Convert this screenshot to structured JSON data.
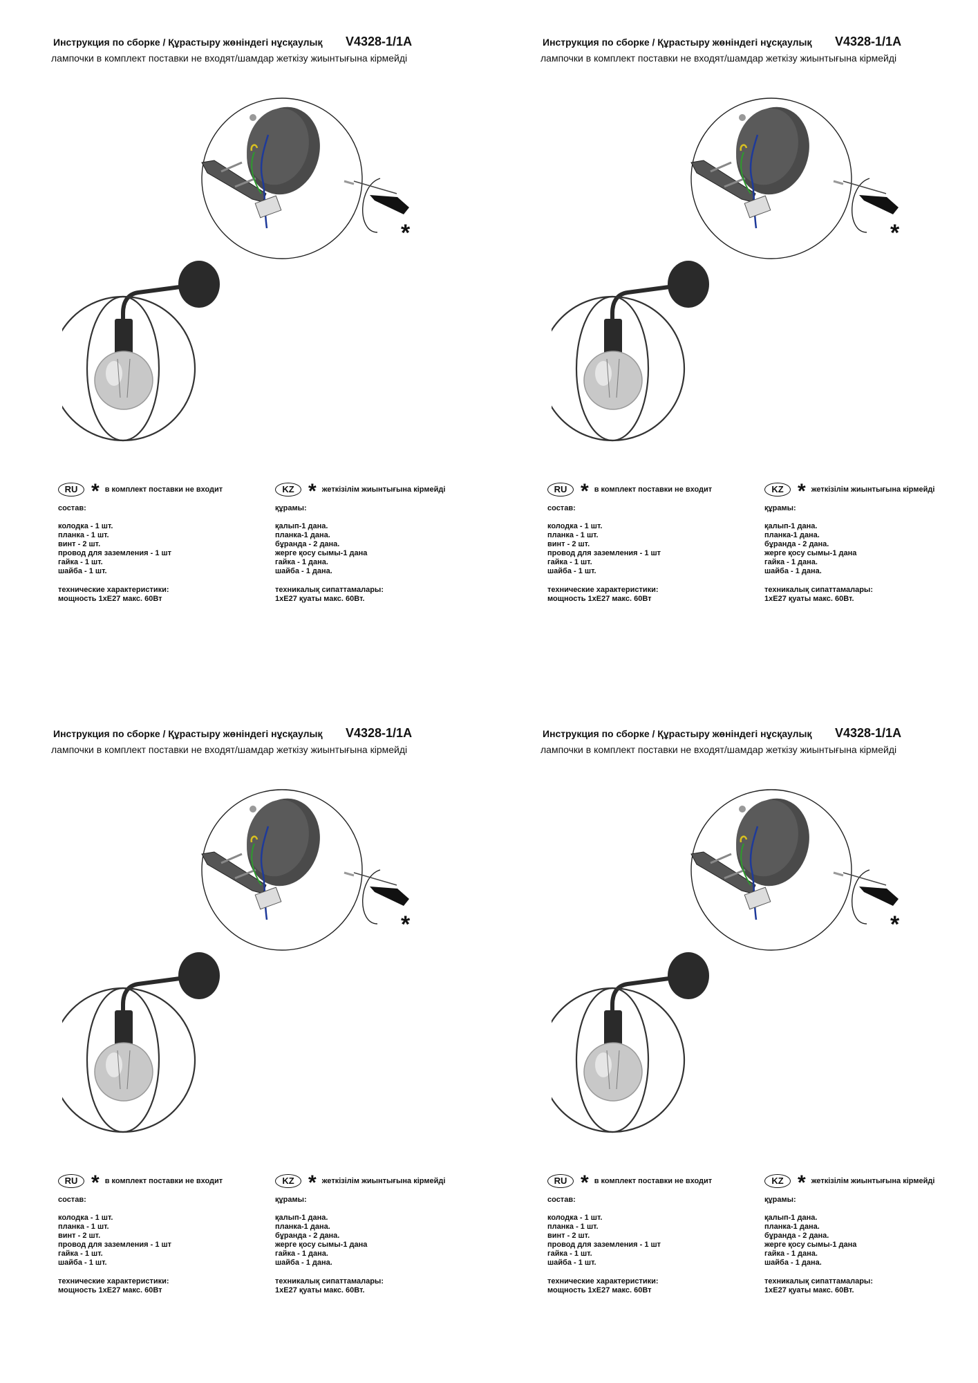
{
  "header": {
    "title": "Инструкция по сборке / Құрастыру жөніндегі нұсқаулық",
    "model": "V4328-1/1A",
    "note": "лампочки в комплект поставки не входят/шамдар жеткізу жиынтығына кірмейді"
  },
  "ru": {
    "badge": "RU",
    "star": "*",
    "not_included": "в комплект поставки не входит",
    "contents_title": "состав:",
    "items": [
      "колодка - 1 шт.",
      "планка - 1 шт.",
      "винт - 2 шт.",
      "провод для заземления - 1 шт",
      "гайка - 1 шт.",
      "шайба - 1 шт."
    ],
    "tech_title": "технические характеристики:",
    "tech_value": "мощность 1хЕ27 макс. 60Вт"
  },
  "kz": {
    "badge": "KZ",
    "star": "*",
    "not_included": "жеткізілім жиынтығына кірмейді",
    "contents_title": "құрамы:",
    "items": [
      "қалып-1 дана.",
      "планка-1 дана.",
      "бұранда - 2 дана.",
      "жерге қосу сымы-1 дана",
      "гайка - 1 дана.",
      "шайба - 1 дана."
    ],
    "tech_title": "техникалық сипаттамалары:",
    "tech_value": "1хЕ27 қуаты макс. 60Вт."
  },
  "diagram": {
    "star": "*"
  },
  "colors": {
    "metal": "#2a2a2a",
    "canopy": "#4a4a4a",
    "bulb": "#c8c8c8",
    "wire_blue": "#1e3a9a",
    "wire_green": "#2e9a2e",
    "wire_yellow": "#d8c020"
  }
}
